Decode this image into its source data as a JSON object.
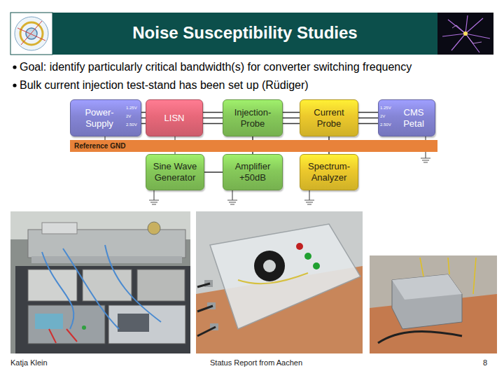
{
  "diagram": {
    "title": "Noise Susceptibility Studies",
    "nodes": [
      {
        "text": [
          "Power-Supply"
        ]
      },
      {
        "text": [
          "LISN"
        ]
      },
      {
        "text": [
          "Injection-Probe"
        ]
      },
      {
        "text": [
          "Current Probe"
        ]
      },
      {
        "text": [
          "CMS Petal"
        ]
      },
      {
        "text": [
          "Reference GND"
        ]
      },
      {
        "text": [
          "Sine Wave Generator"
        ]
      },
      {
        "text": [
          "Amplifier +50dB"
        ]
      },
      {
        "text": [
          "Spectrum-Analyzer"
        ]
      }
    ],
    "edges": [
      {
        "from": 0,
        "to": 1,
        "arrow": "none"
      },
      {
        "from": 1,
        "to": 2,
        "arrow": "none"
      },
      {
        "from": 2,
        "to": 3,
        "arrow": "none"
      },
      {
        "from": 3,
        "to": 4,
        "arrow": "none"
      },
      {
        "from": 6,
        "to": 7,
        "arrow": "none"
      },
      {
        "from": 7,
        "to": 2,
        "arrow": "none"
      },
      {
        "from": 3,
        "to": 8,
        "arrow": "none"
      }
    ],
    "labels": [
      "Goal: identify particularly critical bandwidth(s) for converter switching frequency",
      "Bulk current injection test-stand has been set up (Rüdiger)",
      "1.25V",
      "2V",
      "2.50V",
      "1.25V",
      "2V",
      "2.50V",
      "Katja Klein",
      "Status Report from Aachen",
      "8"
    ]
  }
}
